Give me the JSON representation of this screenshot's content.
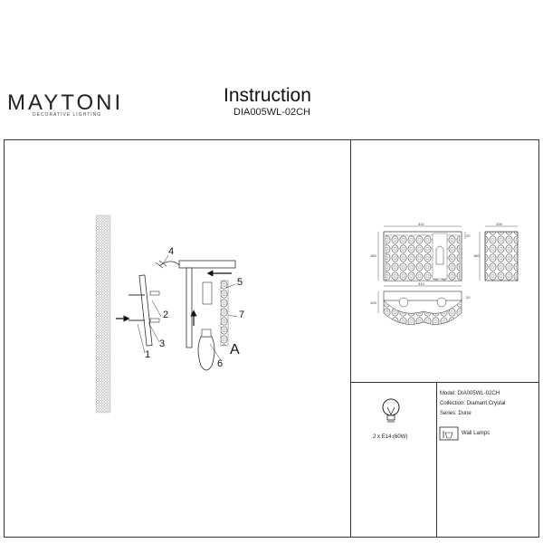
{
  "header": {
    "brand_name": "MAYTONI",
    "brand_tagline": "DECORATIVE LIGHTING",
    "title": "Instruction",
    "model_code": "DIA005WL-02CH"
  },
  "assembly": {
    "callouts": [
      "1",
      "2",
      "3",
      "4",
      "5",
      "6",
      "7"
    ],
    "detail_label": "A"
  },
  "dimensions": {
    "front_width": "310",
    "front_height": "180",
    "front_top": "20",
    "side_width": "105",
    "side_height": "180",
    "bottom_width": "310",
    "bottom_depth": "105",
    "bottom_top": "20"
  },
  "specs": {
    "bulb": "2 x E14 (60W)",
    "model_line": "Model: DIA005WL-02CH",
    "collection_line": "Collection: Diamant Crystal",
    "series_line": "Series: Dune",
    "type_label": "Wall Lamps"
  },
  "colors": {
    "line": "#333333",
    "text": "#111111"
  }
}
